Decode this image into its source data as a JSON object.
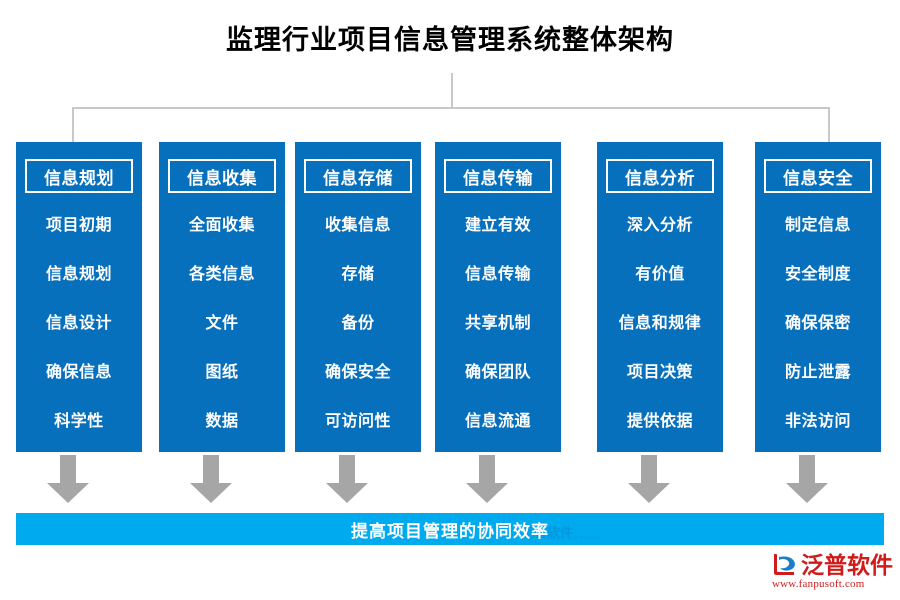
{
  "title": "监理行业项目信息管理系统整体架构",
  "colors": {
    "panel_blue": "#0670bd",
    "bottom_bar_blue": "#00aaef",
    "arrow_gray": "#a6a6a6",
    "connector_gray": "#c8c8c8",
    "brand_red": "#d11a1a",
    "text_white": "#ffffff",
    "title_black": "#000000"
  },
  "connector": {
    "stem": "vertical-connector-line",
    "bar": "horizontal-connector-line",
    "drop_left": "left-drop-line",
    "drop_right": "right-drop-line"
  },
  "columns": [
    {
      "header": "信息规划",
      "items": [
        "项目初期",
        "信息规划",
        "信息设计",
        "确保信息",
        "科学性"
      ]
    },
    {
      "header": "信息收集",
      "items": [
        "全面收集",
        "各类信息",
        "文件",
        "图纸",
        "数据"
      ]
    },
    {
      "header": "信息存储",
      "items": [
        "收集信息",
        "存储",
        "备份",
        "确保安全",
        "可访问性"
      ]
    },
    {
      "header": "信息传输",
      "items": [
        "建立有效",
        "信息传输",
        "共享机制",
        "确保团队",
        "信息流通"
      ]
    },
    {
      "header": "信息分析",
      "items": [
        "深入分析",
        "有价值",
        "信息和规律",
        "项目决策",
        "提供依据"
      ]
    },
    {
      "header": "信息安全",
      "items": [
        "制定信息",
        "安全制度",
        "确保保密",
        "防止泄露",
        "非法访问"
      ]
    }
  ],
  "arrows": {
    "count": 6,
    "direction": "down",
    "icon": "arrow-down-icon"
  },
  "bottom_bar": {
    "label": "提高项目管理的协同效率",
    "watermark_name": "泛普软件",
    "watermark_sub": "FANPU SOFTWARE"
  },
  "brand": {
    "name": "泛普软件",
    "url": "www.fanpusoft.com",
    "mark": "fanpu-logo-icon"
  }
}
